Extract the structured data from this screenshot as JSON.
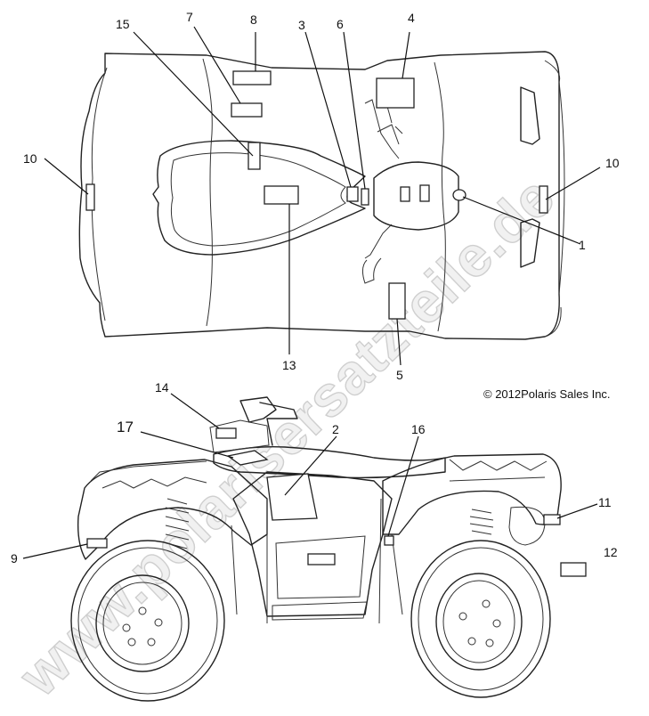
{
  "callouts": {
    "c1": "1",
    "c2": "2",
    "c3": "3",
    "c4": "4",
    "c5": "5",
    "c6": "6",
    "c7": "7",
    "c8": "8",
    "c9": "9",
    "c10a": "10",
    "c10b": "10",
    "c11": "11",
    "c12": "12",
    "c13": "13",
    "c14": "14",
    "c15": "15",
    "c16": "16",
    "c17": "17"
  },
  "copyright": "© 2012Polaris Sales Inc.",
  "watermark": "www.polarisersatzteile.de"
}
